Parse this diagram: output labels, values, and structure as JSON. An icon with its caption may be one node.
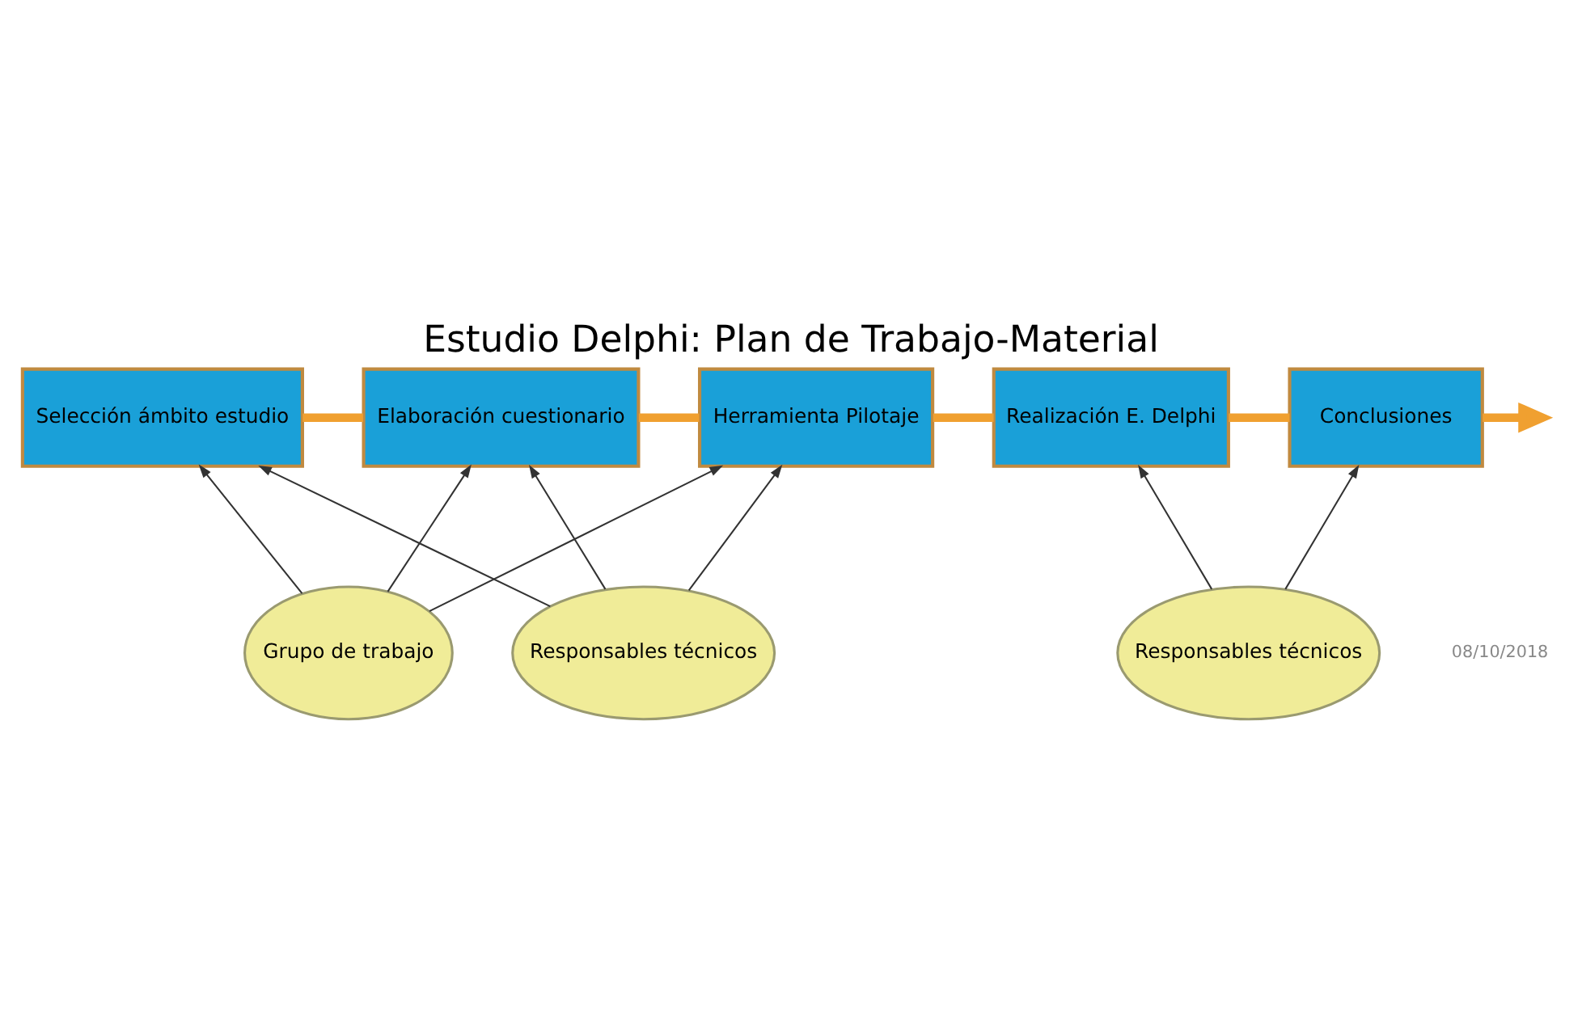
{
  "diagram": {
    "title": "Estudio Delphi: Plan de Trabajo-Material",
    "nodes": [
      {
        "text": [
          "Selección ámbito estudio"
        ]
      },
      {
        "text": [
          "Elaboración cuestionario"
        ]
      },
      {
        "text": [
          "Herramienta Pilotaje"
        ]
      },
      {
        "text": [
          "Realización E. Delphi"
        ]
      },
      {
        "text": [
          "Conclusiones"
        ]
      },
      {
        "text": [
          "Responsables técnicos"
        ]
      },
      {
        "text": [
          "Grupo de trabajo"
        ]
      },
      {
        "text": [
          "Responsables técnicos"
        ]
      }
    ],
    "edges": [
      {
        "from": 0,
        "to": 1,
        "arrow": "none",
        "style": "thick",
        "color": "#f0a030"
      },
      {
        "from": 1,
        "to": 2,
        "arrow": "none",
        "style": "thick",
        "color": "#f0a030"
      },
      {
        "from": 2,
        "to": 3,
        "arrow": "none",
        "style": "thick",
        "color": "#f0a030"
      },
      {
        "from": 3,
        "to": 4,
        "arrow": "none",
        "style": "thick",
        "color": "#f0a030"
      },
      {
        "from": 4,
        "to": null,
        "arrow": "to",
        "style": "thick",
        "color": "#f0a030"
      },
      {
        "from": 5,
        "to": 0,
        "arrow": "to"
      },
      {
        "from": 5,
        "to": 1,
        "arrow": "to"
      },
      {
        "from": 5,
        "to": 2,
        "arrow": "to"
      },
      {
        "from": 6,
        "to": 0,
        "arrow": "to"
      },
      {
        "from": 6,
        "to": 1,
        "arrow": "to"
      },
      {
        "from": 6,
        "to": 2,
        "arrow": "to"
      },
      {
        "from": 7,
        "to": 3,
        "arrow": "to"
      },
      {
        "from": 7,
        "to": 4,
        "arrow": "to"
      }
    ],
    "labels": [
      "08/10/2018"
    ]
  }
}
